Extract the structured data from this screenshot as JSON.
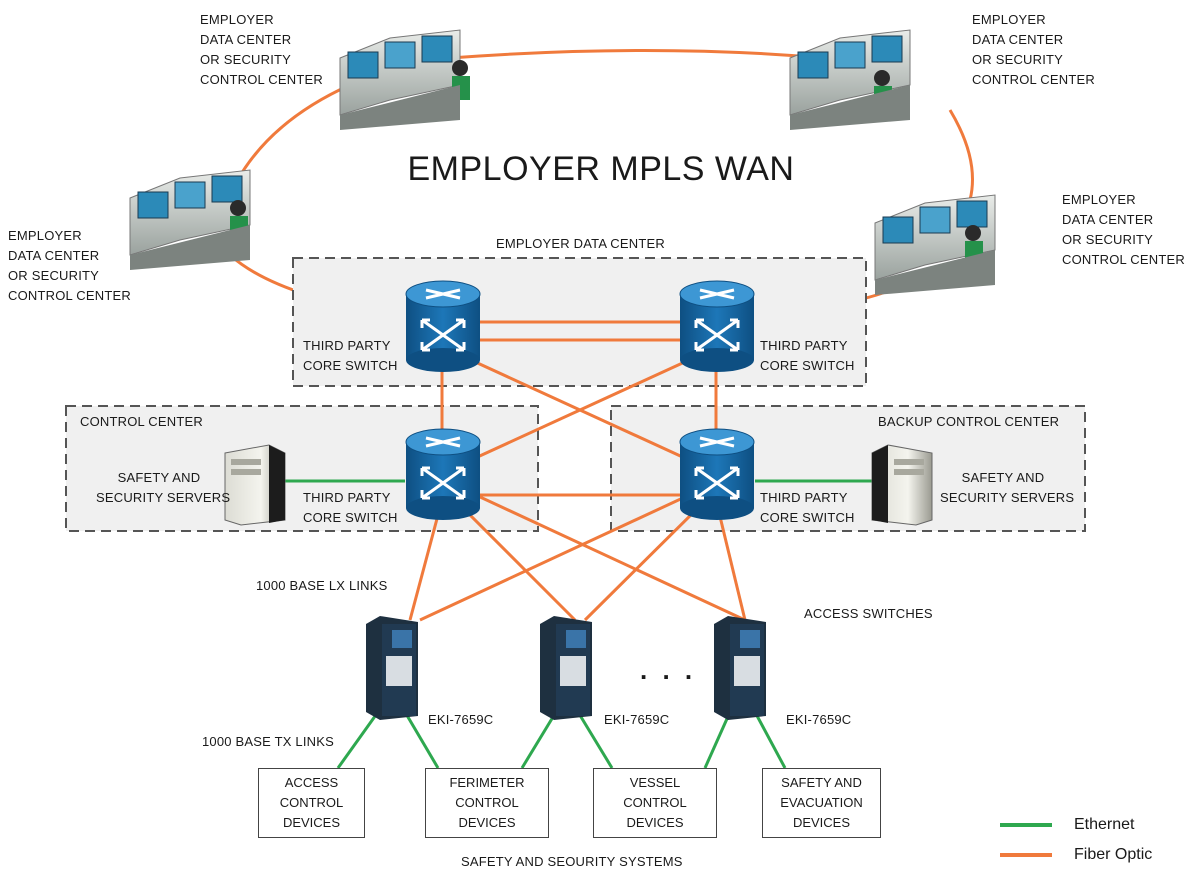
{
  "title": "EMPLOYER MPLS WAN",
  "colors": {
    "ethernet": "#2ea84f",
    "fiber": "#f07a3c",
    "switch_blue": "#1d77b8",
    "dashed_border": "#555555",
    "zone_fill": "#f0f0f0"
  },
  "control_centers": [
    {
      "lines": [
        "EMPLOYER",
        "DATA CENTER",
        "OR SECURITY",
        "CONTROL CENTER"
      ]
    },
    {
      "lines": [
        "EMPLOYER",
        "DATA CENTER",
        "OR SECURITY",
        "CONTROL CENTER"
      ]
    },
    {
      "lines": [
        "EMPLOYER",
        "DATA CENTER",
        "OR SECURITY",
        "CONTROL CENTER"
      ]
    },
    {
      "lines": [
        "EMPLOYER",
        "DATA CENTER",
        "OR SECURITY",
        "CONTROL CENTER"
      ]
    }
  ],
  "zones": {
    "data_center": "EMPLOYER DATA CENTER",
    "control_center": "CONTROL CENTER",
    "backup_control_center": "BACKUP CONTROL CENTER"
  },
  "core_switch_label": [
    "THIRD PARTY",
    "CORE SWITCH"
  ],
  "servers_label": [
    "SAFETY AND",
    "SECURITY SERVERS"
  ],
  "link_labels": {
    "lx": "1000 BASE LX LINKS",
    "tx": "1000 BASE TX LINKS",
    "access": "ACCESS SWITCHES"
  },
  "access_switch_model": "EKI-7659C",
  "ellipsis": ". . .",
  "devices": [
    {
      "lines": [
        "ACCESS",
        "CONTROL",
        "DEVICES"
      ]
    },
    {
      "lines": [
        "FERIMETER",
        "CONTROL",
        "DEVICES"
      ]
    },
    {
      "lines": [
        "VESSEL",
        "CONTROL",
        "DEVICES"
      ]
    },
    {
      "lines": [
        "SAFETY AND",
        "EVACUATION",
        "DEVICES"
      ]
    }
  ],
  "systems_label": "SAFETY AND SEOURITY SYSTEMS",
  "legend": [
    {
      "label": "Ethernet",
      "color": "#2ea84f"
    },
    {
      "label": "Fiber Optic",
      "color": "#f07a3c"
    }
  ]
}
